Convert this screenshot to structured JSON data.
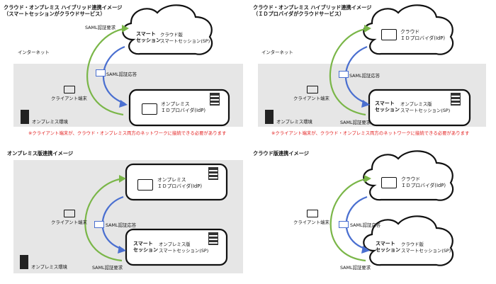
{
  "quadrants": [
    {
      "id": "hybrid-smartsession-cloud",
      "title_lines": [
        "クラウド・オンプレミス ハイブリッド連携イメージ",
        "（スマートセッションがクラウドサービス）"
      ],
      "internet_label": "インターネット",
      "onprem_label": "オンプレミス環境",
      "client_label": "クライアント端末",
      "cloud_box": {
        "bold_lines": [
          "スマート",
          "セッション"
        ],
        "lines": [
          "クラウド版",
          "スマートセッション(SP)"
        ]
      },
      "onprem_box": {
        "bold_lines": [],
        "lines": [
          "オンプレミス",
          "ＩＤプロバイダ(IdP)"
        ]
      },
      "saml_request": "SAML認証要求",
      "saml_response": "SAML認証応答",
      "note": "※クライアント端末が、クラウド・オンプレミス両方のネットワークに接続できる必要があります"
    },
    {
      "id": "hybrid-idp-cloud",
      "title_lines": [
        "クラウド・オンプレミス ハイブリッド連携イメージ",
        "（ＩＤプロバイダがクラウドサービス）"
      ],
      "internet_label": "インターネット",
      "onprem_label": "オンプレミス環境",
      "client_label": "クライアント端末",
      "cloud_box": {
        "bold_lines": [],
        "lines": [
          "クラウド",
          "ＩＤプロバイダ(IdP)"
        ]
      },
      "onprem_box": {
        "bold_lines": [
          "スマート",
          "セッション"
        ],
        "lines": [
          "オンプレミス版",
          "スマートセッション(SP)"
        ]
      },
      "saml_request": "SAML認証要求",
      "saml_response": "SAML認証応答",
      "note": "※クライアント端末が、クラウド・オンプレミス両方のネットワークに接続できる必要があります"
    },
    {
      "id": "onprem-only",
      "title_lines": [
        "オンプレミス版連携イメージ"
      ],
      "onprem_label": "オンプレミス環境",
      "client_label": "クライアント端末",
      "top_box": {
        "bold_lines": [],
        "lines": [
          "オンプレミス",
          "ＩＤプロバイダ(IdP)"
        ]
      },
      "bottom_box": {
        "bold_lines": [
          "スマート",
          "セッション"
        ],
        "lines": [
          "オンプレミス版",
          "スマートセッション(SP)"
        ]
      },
      "saml_request": "SAML認証要求",
      "saml_response": "SAML認証応答"
    },
    {
      "id": "cloud-only",
      "title_lines": [
        "クラウド版連携イメージ"
      ],
      "client_label": "クライアント端末",
      "top_cloud": {
        "bold_lines": [],
        "lines": [
          "クラウド",
          "ＩＤプロバイダ(IdP)"
        ]
      },
      "bottom_cloud": {
        "bold_lines": [
          "スマート",
          "セッション"
        ],
        "lines": [
          "クラウド版",
          "スマートセッション(SP)"
        ]
      },
      "saml_request": "SAML認証要求",
      "saml_response": "SAML認証応答"
    }
  ],
  "colors": {
    "green": "#7ab648",
    "blue": "#4a6fd0",
    "band": "#e6e6e6",
    "note_red": "#e32020"
  }
}
